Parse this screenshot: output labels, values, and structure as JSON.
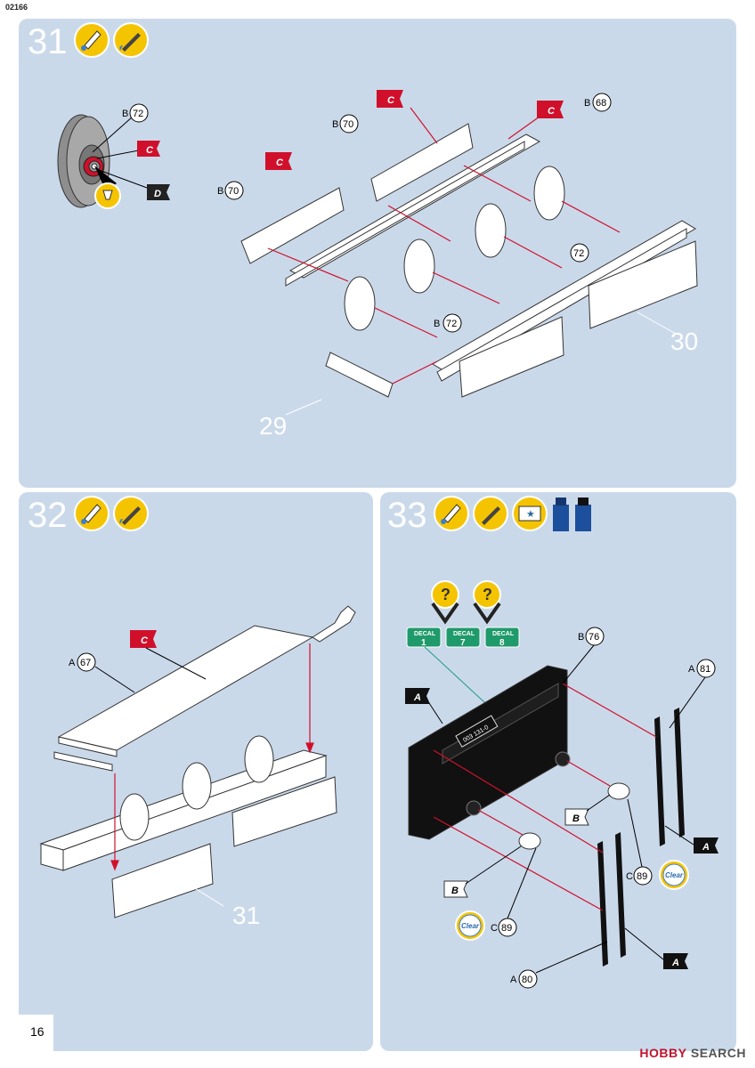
{
  "header": {
    "code": "02166"
  },
  "footer": {
    "page": "16",
    "watermark_prefix": "HOBBY",
    "watermark_suffix": " SEARCH"
  },
  "colors": {
    "panel": "#cad9ea",
    "accent_red": "#d0102b",
    "icon_yellow": "#f5c400"
  },
  "step31": {
    "number": "31",
    "icons": [
      "glue-icon",
      "paint-brush-icon"
    ],
    "labels": {
      "b72_top": {
        "letter": "B",
        "num": "72"
      },
      "b70_a": {
        "letter": "B",
        "num": "70"
      },
      "b70_b": {
        "letter": "B",
        "num": "70"
      },
      "b68": {
        "letter": "B",
        "num": "68"
      },
      "b72_right": {
        "num": "72"
      },
      "b72_mid": {
        "letter": "B",
        "num": "72"
      },
      "c_flag": "C",
      "d_flag": "D",
      "callout_30": "30",
      "callout_29": "29"
    }
  },
  "step32": {
    "number": "32",
    "icons": [
      "glue-icon",
      "paint-brush-icon"
    ],
    "labels": {
      "a67": {
        "letter": "A",
        "num": "67"
      },
      "c_flag": "C",
      "callout_31": "31"
    }
  },
  "step33": {
    "number": "33",
    "icons": [
      "glue-icon",
      "paint-brush-icon",
      "decal-tray-icon",
      "decal-soft-bottle-icon",
      "clear-bottle-icon"
    ],
    "decals": [
      {
        "label": "DECAL",
        "num": "1"
      },
      {
        "label": "DECAL",
        "num": "7"
      },
      {
        "label": "DECAL",
        "num": "8"
      }
    ],
    "plate_text": "003 131-0",
    "labels": {
      "b76": {
        "letter": "B",
        "num": "76"
      },
      "a81": {
        "letter": "A",
        "num": "81"
      },
      "c89_right": {
        "letter": "C",
        "num": "89"
      },
      "c89_left": {
        "letter": "C",
        "num": "89"
      },
      "a80": {
        "letter": "A",
        "num": "80"
      },
      "a_flag": "A",
      "b_flag": "B",
      "clear": "Clear",
      "question": "?"
    }
  }
}
